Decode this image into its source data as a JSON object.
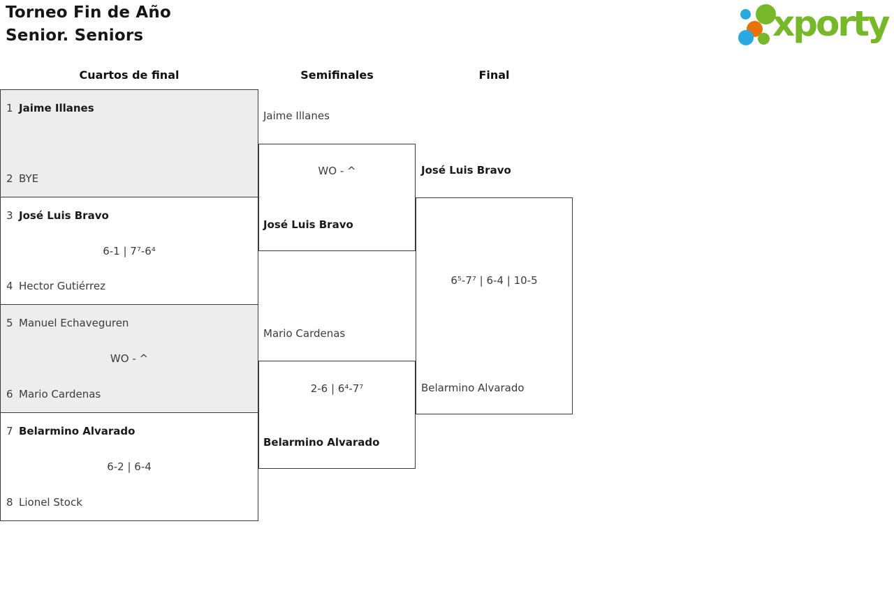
{
  "header": {
    "title_line1": "Torneo Fin de Año",
    "title_line2": "Senior. Seniors"
  },
  "logo": {
    "text": "xporty",
    "colors": {
      "green": "#76b82a",
      "blue": "#29a9e1",
      "orange": "#e8720b"
    }
  },
  "columns": [
    {
      "label": "Cuartos de final"
    },
    {
      "label": "Semifinales"
    },
    {
      "label": "Final"
    }
  ],
  "bracket": {
    "quarterfinals": [
      {
        "player1": {
          "seed": "1",
          "name": "Jaime Illanes",
          "winner": true
        },
        "player2": {
          "seed": "2",
          "name": "BYE",
          "winner": false
        },
        "score": ""
      },
      {
        "player1": {
          "seed": "3",
          "name": "José Luis Bravo",
          "winner": true
        },
        "player2": {
          "seed": "4",
          "name": "Hector Gutiérrez",
          "winner": false
        },
        "score": "6-1 | 7⁷-6⁴"
      },
      {
        "player1": {
          "seed": "5",
          "name": "Manuel Echaveguren",
          "winner": false
        },
        "player2": {
          "seed": "6",
          "name": "Mario Cardenas",
          "winner": false
        },
        "score": "WO - ^"
      },
      {
        "player1": {
          "seed": "7",
          "name": "Belarmino Alvarado",
          "winner": true
        },
        "player2": {
          "seed": "8",
          "name": "Lionel Stock",
          "winner": false
        },
        "score": "6-2 | 6-4"
      }
    ],
    "semifinals": [
      {
        "player1": {
          "name": "Jaime Illanes",
          "winner": false
        },
        "player2": {
          "name": "José Luis Bravo",
          "winner": true
        },
        "score": "WO - ^"
      },
      {
        "player1": {
          "name": "Mario Cardenas",
          "winner": false
        },
        "player2": {
          "name": "Belarmino Alvarado",
          "winner": true
        },
        "score": "2-6 | 6⁴-7⁷"
      }
    ],
    "final": {
      "player1": {
        "name": "José Luis Bravo",
        "winner": true
      },
      "player2": {
        "name": "Belarmino Alvarado",
        "winner": false
      },
      "score": "6⁵-7⁷ | 6-4 | 10-5"
    }
  }
}
